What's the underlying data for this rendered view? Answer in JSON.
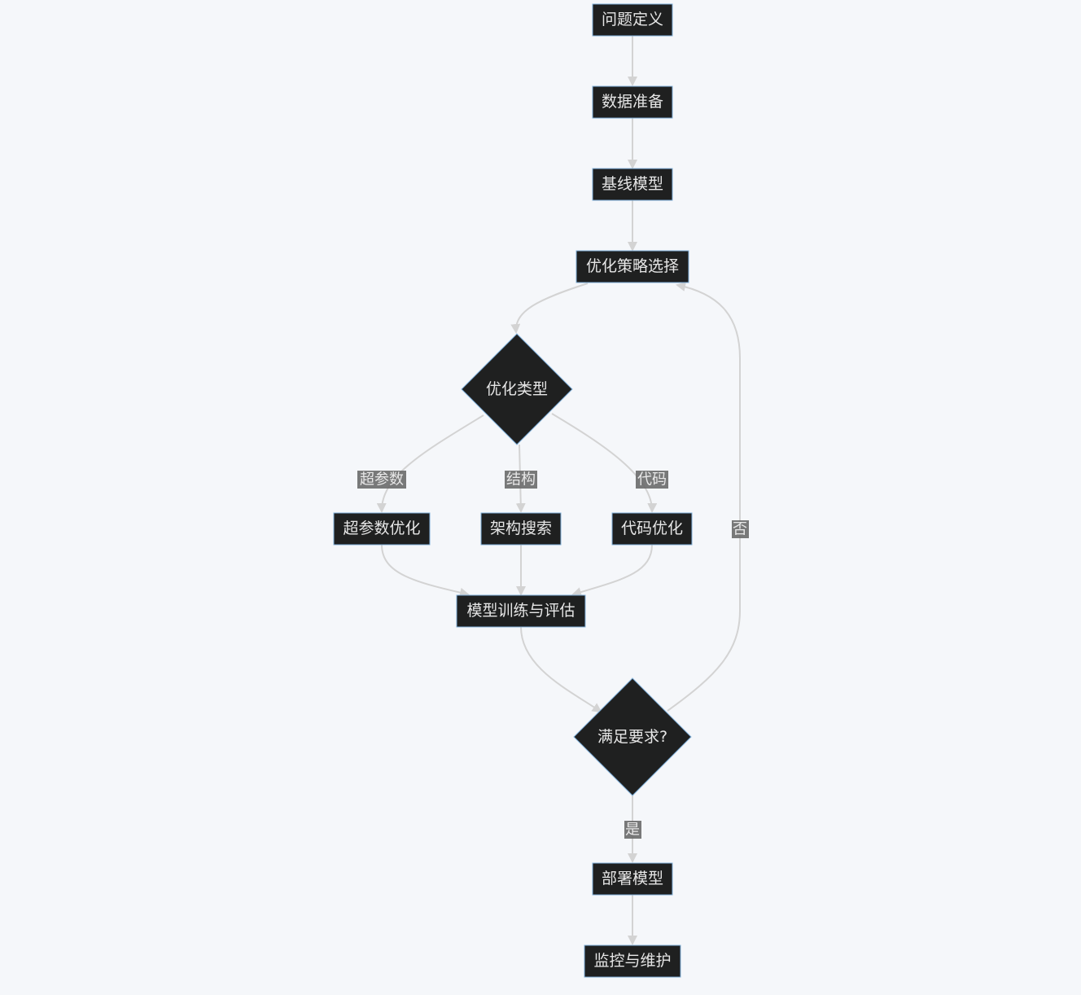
{
  "diagram": {
    "nodes": {
      "problem": "问题定义",
      "data": "数据准备",
      "baseline": "基线模型",
      "strategy": "优化策略选择",
      "type": "优化类型",
      "hyper": "超参数优化",
      "arch": "架构搜索",
      "code": "代码优化",
      "train": "模型训练与评估",
      "check": "满足要求?",
      "deploy": "部署模型",
      "monitor": "监控与维护"
    },
    "edge_labels": {
      "hyper": "超参数",
      "structure": "结构",
      "code": "代码",
      "yes": "是",
      "no": "否"
    },
    "colors": {
      "node_fill": "#1f2020",
      "node_border": "#81b1db",
      "edge": "#d3d3d3",
      "background": "#f5f7fa"
    }
  }
}
